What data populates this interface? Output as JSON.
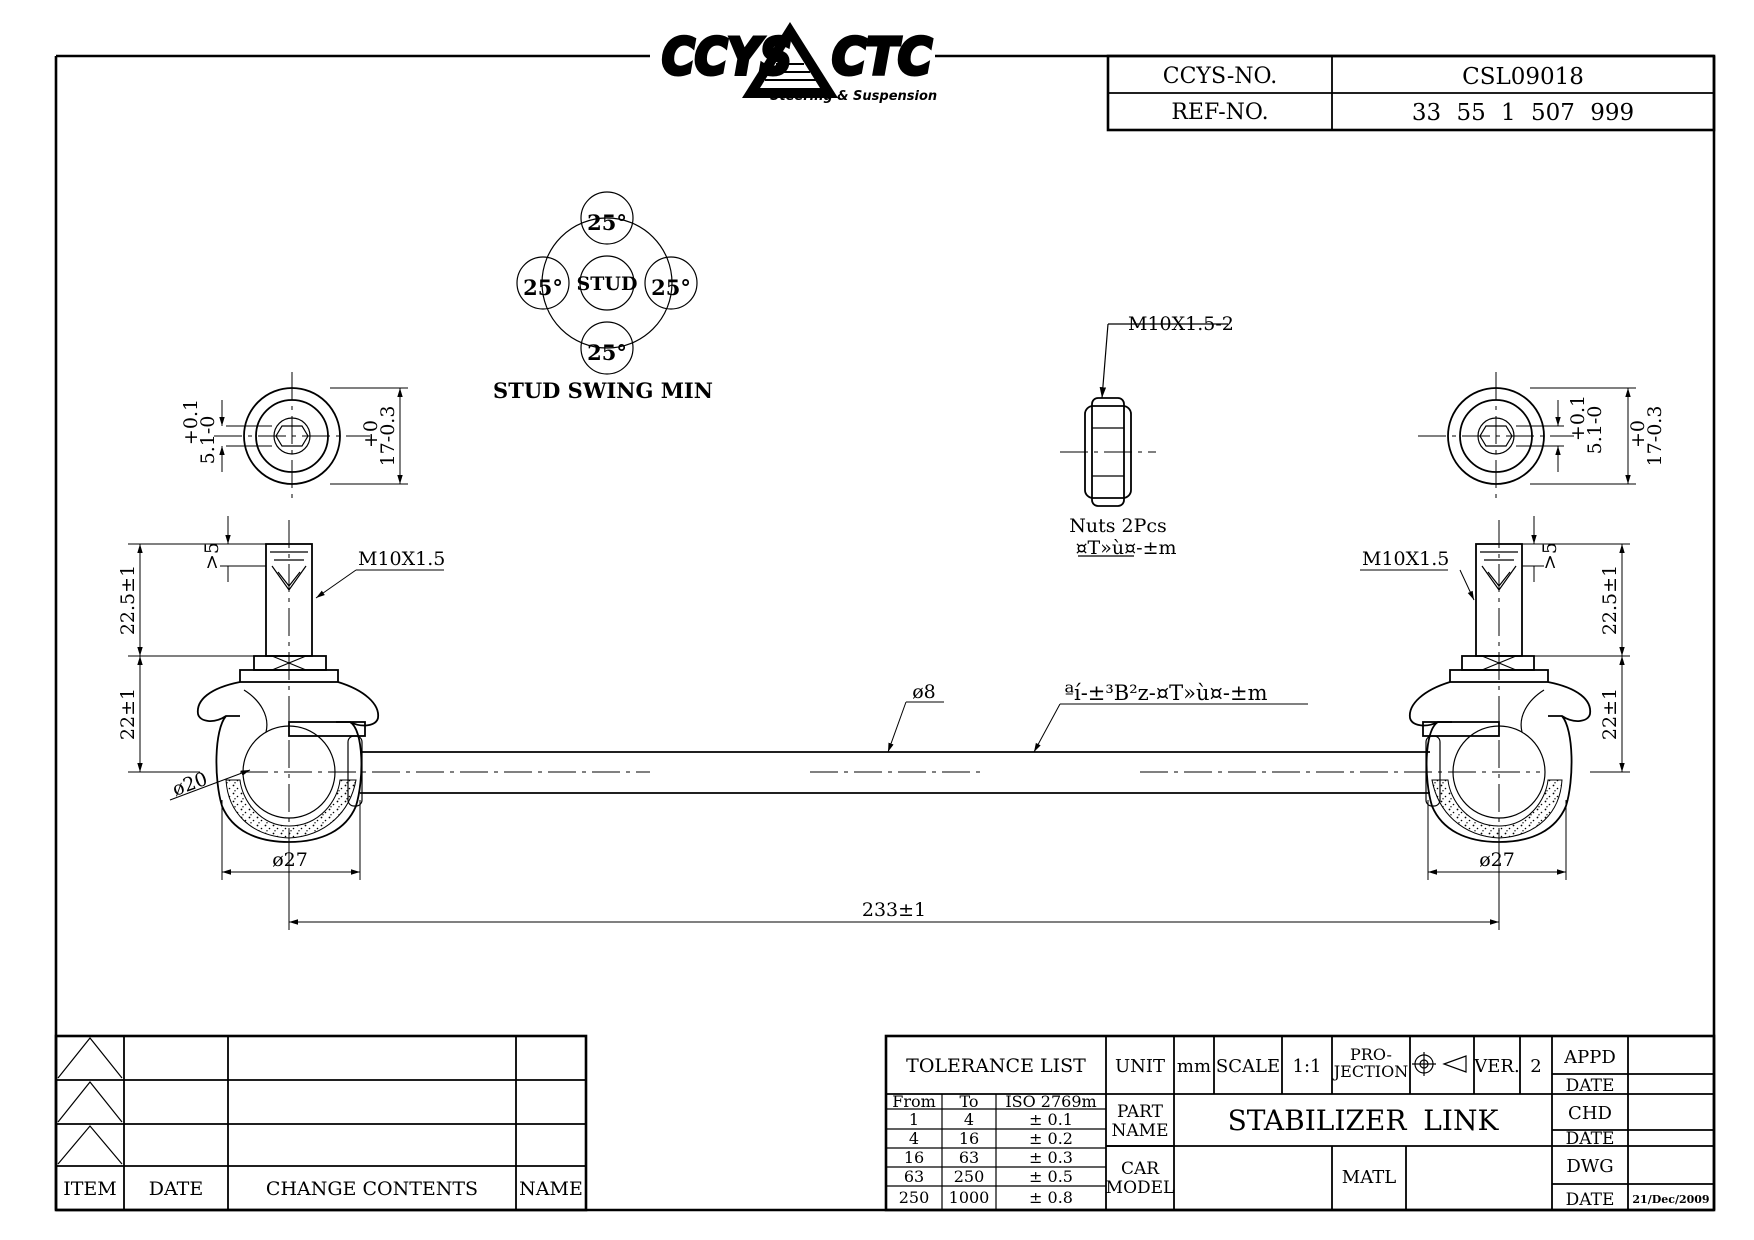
{
  "header": {
    "logo_left": "CCYS",
    "logo_right": "CTC",
    "logo_tagline": "Steering & Suspension",
    "ccys_no_label": "CCYS-NO.",
    "ccys_no_value": "CSL09018",
    "ref_no_label": "REF-NO.",
    "ref_no_value": "33 55 1 507 999"
  },
  "swing": {
    "angle_top": "25°",
    "angle_left": "25°",
    "angle_right": "25°",
    "angle_bottom": "25°",
    "center": "STUD",
    "caption": "STUD SWING MIN"
  },
  "nut": {
    "thread_label": "M10X1.5-2",
    "caption": "Nuts 2Pcs",
    "caption_sub": "¤T»ù¤-±m"
  },
  "dimensions": {
    "flat_small": "+0.1",
    "flat_small_2": "5.1-0",
    "flat_large": "+0",
    "flat_large_2": "17-0.3",
    "thread": "M10X1.5",
    "gt5": ">5",
    "stud_len": "22.5±1",
    "housing_h": "22±1",
    "ball_dia": "ø20",
    "housing_dia": "ø27",
    "rod_dia": "ø8",
    "rod_note": "ªí-±³B²z-¤T»ù¤-±m",
    "length": "233±1"
  },
  "revision": {
    "headers": [
      "ITEM",
      "DATE",
      "CHANGE CONTENTS",
      "NAME"
    ]
  },
  "title_block": {
    "tolerance_title": "TOLERANCE LIST",
    "tol_headers": [
      "From",
      "To",
      "ISO 2769m"
    ],
    "tol_rows": [
      [
        "1",
        "4",
        "± 0.1"
      ],
      [
        "4",
        "16",
        "± 0.2"
      ],
      [
        "16",
        "63",
        "± 0.3"
      ],
      [
        "63",
        "250",
        "± 0.5"
      ],
      [
        "250",
        "1000",
        "± 0.8"
      ]
    ],
    "unit_label": "UNIT",
    "unit_value": "mm",
    "scale_label": "SCALE",
    "scale_value": "1:1",
    "projection_label_1": "PRO-",
    "projection_label_2": "JECTION",
    "ver_label": "VER.",
    "ver_value": "2",
    "part_name_label_1": "PART",
    "part_name_label_2": "NAME",
    "part_name": "STABILIZER LINK",
    "car_model_label_1": "CAR",
    "car_model_label_2": "MODEL",
    "matl_label": "MATL",
    "appd_label": "APPD",
    "chd_label": "CHD",
    "dwg_label": "DWG",
    "date_label": "DATE",
    "dwg_date": "21/Dec/2009"
  }
}
